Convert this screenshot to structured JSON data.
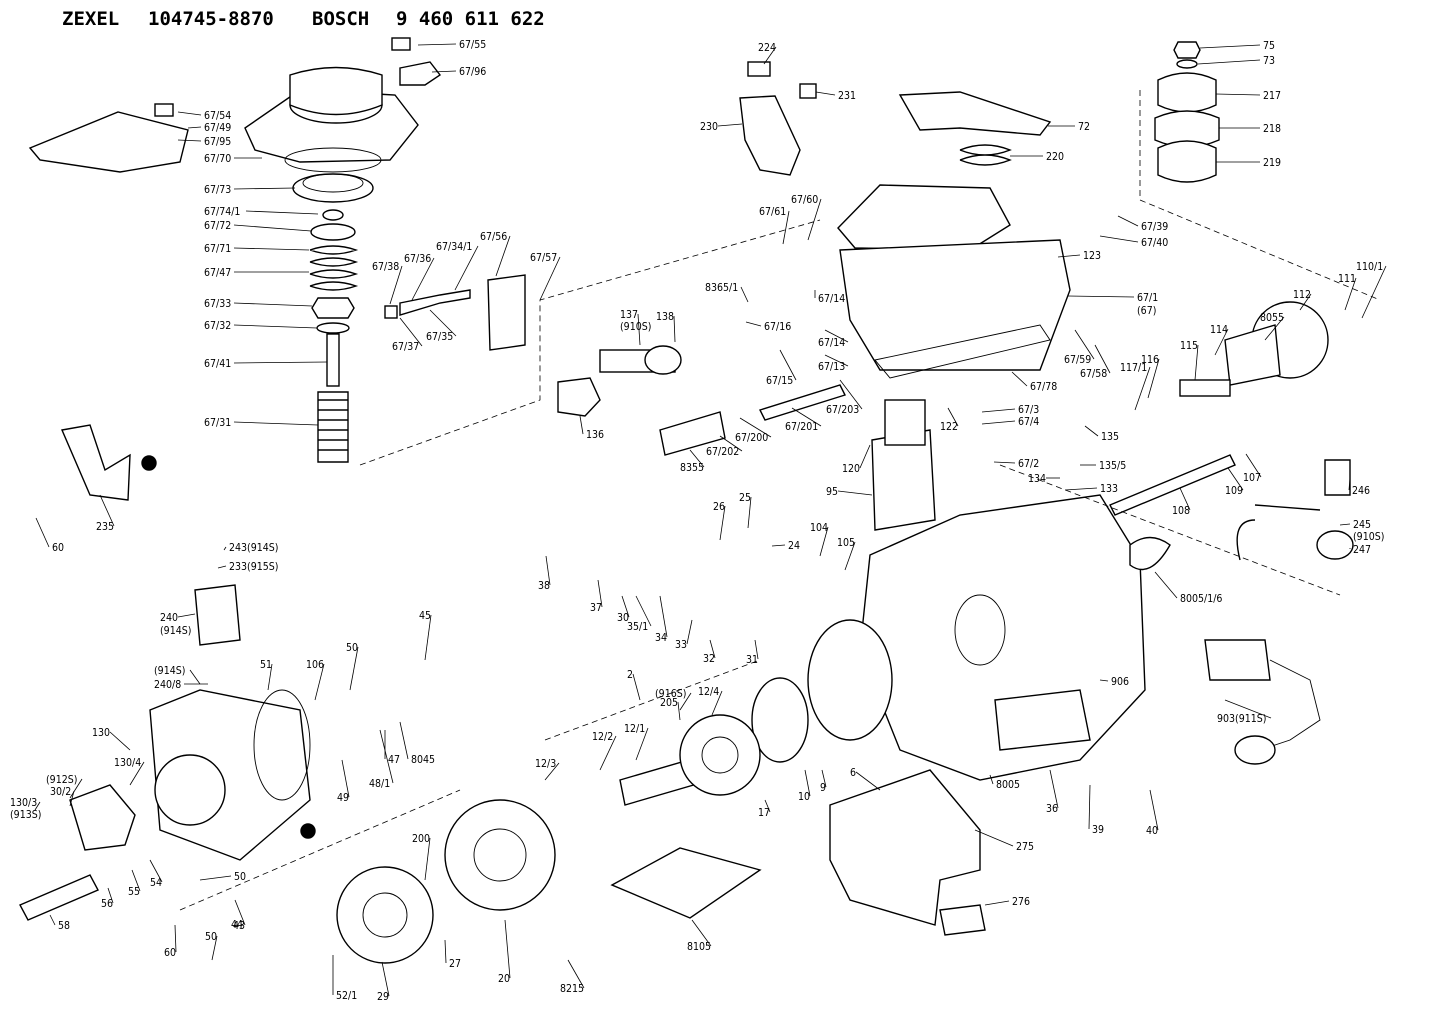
{
  "header": {
    "brand": "ZEXEL",
    "zexel_number": "104745-8870",
    "oem": "BOSCH",
    "oem_number": "9 460 611 622"
  },
  "callouts": [
    "67/55",
    "67/96",
    "67/54",
    "67/49",
    "67/95",
    "67/70",
    "67/73",
    "67/74/1",
    "67/72",
    "67/71",
    "67/47",
    "67/33",
    "67/32",
    "67/41",
    "67/31",
    "67/38",
    "67/36",
    "67/34/1",
    "67/56",
    "67/57",
    "67/37",
    "67/35",
    "224",
    "231",
    "230",
    "72",
    "220",
    "75",
    "73",
    "217",
    "218",
    "219",
    "67/61",
    "67/60",
    "67/39",
    "67/40",
    "123",
    "8365/1",
    "67/14",
    "67/16",
    "67/1",
    "(67)",
    "137",
    "(910S)",
    "138",
    "67/14",
    "67/13",
    "67/15",
    "67/59",
    "67/58",
    "67/78",
    "136",
    "8355",
    "67/202",
    "67/200",
    "67/201",
    "67/203",
    "122",
    "67/3",
    "67/4",
    "135",
    "135/5",
    "120",
    "67/2",
    "134",
    "133",
    "95",
    "112",
    "111",
    "110/1",
    "8055",
    "114",
    "115",
    "116",
    "117/1",
    "108",
    "109",
    "107",
    "246",
    "245",
    "(910S)",
    "247",
    "235",
    "60",
    "243(914S)",
    "233(915S)",
    "240",
    "(914S)",
    "(914S)",
    "240/8",
    "51",
    "106",
    "50",
    "45",
    "26",
    "25",
    "24",
    "104",
    "105",
    "38",
    "37",
    "30",
    "35/1",
    "34",
    "33",
    "32",
    "31",
    "8005/1/6",
    "906",
    "2",
    "(916S)",
    "205",
    "12/4",
    "12/1",
    "12/2",
    "12/3",
    "8045",
    "47",
    "48/1",
    "49",
    "130",
    "130/4",
    "(912S)",
    "30/2",
    "130/3",
    "(913S)",
    "55",
    "54",
    "56",
    "58",
    "50",
    "60",
    "200",
    "17",
    "10",
    "9",
    "6",
    "8005",
    "36",
    "39",
    "40",
    "903(911S)",
    "275",
    "276",
    "27",
    "20",
    "8215",
    "8105",
    "29",
    "52/1",
    "43",
    "44",
    "50"
  ]
}
